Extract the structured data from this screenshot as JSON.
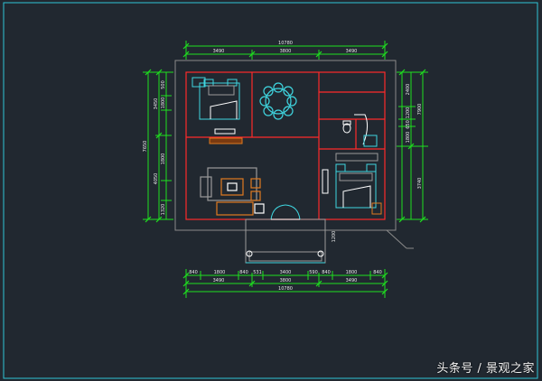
{
  "colors": {
    "background": "#212830",
    "dimension": "#1fe01f",
    "wall": "#ff2a2a",
    "furniture_cyan": "#3fd6e0",
    "furniture_orange": "#e07a1f",
    "furniture_gray": "#9a9a9a",
    "frame": "#2ec4d6"
  },
  "dimensions": {
    "top_total": "10780",
    "top_segments": [
      "3490",
      "3800",
      "3490"
    ],
    "bottom_total": "10780",
    "bottom_segments_upper": [
      "3490",
      "3800",
      "3490"
    ],
    "bottom_segments_lower": [
      "840",
      "1800",
      "840",
      "531",
      "3400",
      "590",
      "840",
      "1800",
      "840"
    ],
    "left_total": "7650",
    "left_upper": [
      "3450",
      "500",
      "1800"
    ],
    "left_lower": [
      "4050",
      "1800",
      "1320"
    ],
    "right_total": "7900",
    "right_upper": [
      "2400",
      "1200",
      "650",
      "1800"
    ],
    "right_lower": [
      "3740"
    ],
    "porch": "1200"
  },
  "watermark": "头条号 / 景观之家"
}
